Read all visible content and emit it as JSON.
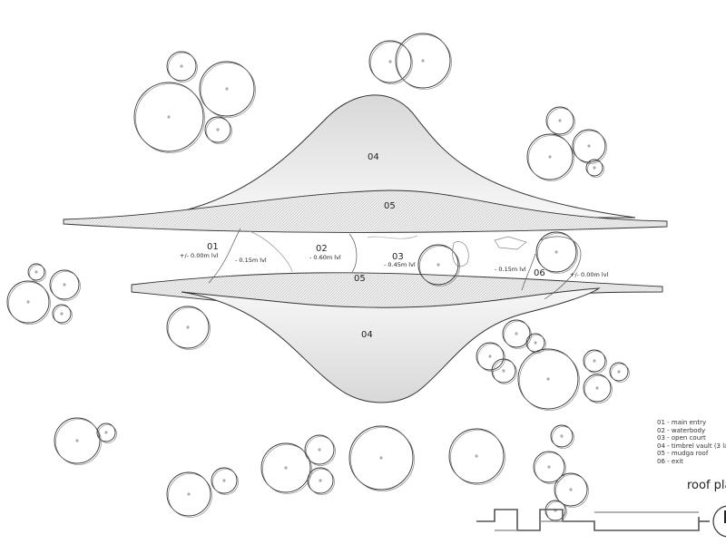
{
  "drawing": {
    "zones": {
      "vault_top": "04",
      "mudga_top": "05",
      "entry": "01",
      "waterbody": "02",
      "court": "03",
      "mudga_bottom": "05",
      "exit": "06",
      "vault_bottom": "04"
    },
    "levels": {
      "entry": "+/- 0.00m lvl",
      "ramp_left": "- 0.15m lvl",
      "waterbody": "- 0.60m lvl",
      "court": "- 0.45m lvl",
      "ramp_right": "- 0.15m lvl",
      "exit": "+/- 0.00m lvl"
    }
  },
  "legend": {
    "items": [
      "01 - main entry",
      "02 - waterbody",
      "03 - open court",
      "04 - timbrel vault (3 la",
      "05 - mudga roof",
      "06 - exit"
    ]
  },
  "title": "roof pla",
  "colors": {
    "line": "#333333",
    "vault_fill": "#e6e6e6",
    "hatch": "#cfcfcf"
  }
}
